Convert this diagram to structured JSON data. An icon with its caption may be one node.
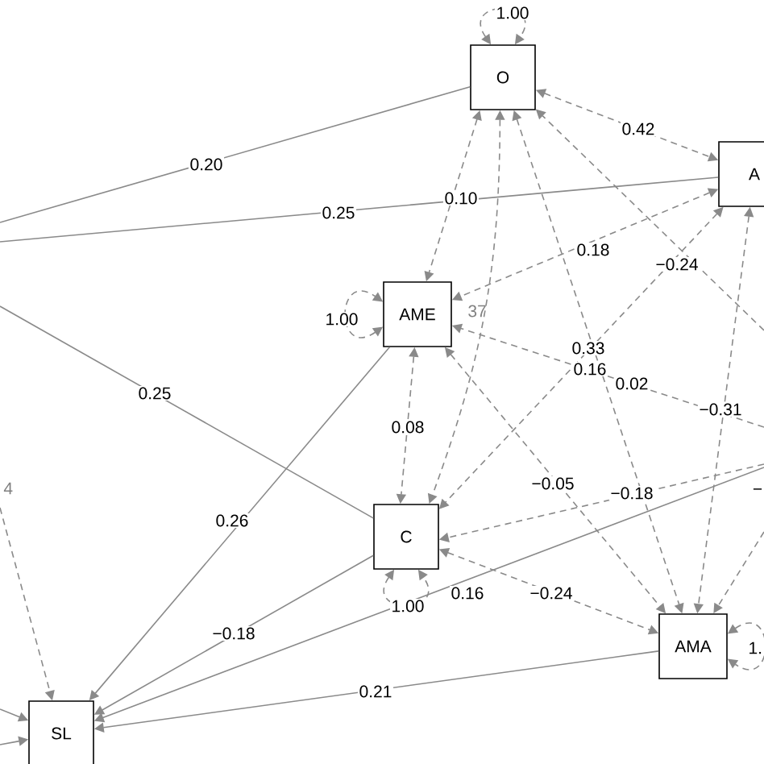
{
  "diagram": {
    "nodes": [
      {
        "text": [
          "O"
        ]
      },
      {
        "text": [
          "A"
        ]
      },
      {
        "text": [
          "AME"
        ]
      },
      {
        "text": [
          "C"
        ]
      },
      {
        "text": [
          "AMA"
        ]
      },
      {
        "text": [
          "SL"
        ]
      }
    ],
    "edges": [
      {
        "from": 0,
        "to": 0,
        "arrow": "both",
        "label": "1.00",
        "style": "dashed"
      },
      {
        "from": 2,
        "to": 2,
        "arrow": "both",
        "label": "1.00",
        "style": "dashed"
      },
      {
        "from": 3,
        "to": 3,
        "arrow": "both",
        "label": "1.00",
        "style": "dashed"
      },
      {
        "from": 4,
        "to": 4,
        "arrow": "both",
        "label": "1.",
        "style": "dashed"
      },
      {
        "from": 0,
        "to": 1,
        "arrow": "both",
        "label": "0.42",
        "style": "dashed"
      },
      {
        "from": 0,
        "to": 2,
        "arrow": "both",
        "label": "0.10",
        "style": "dashed"
      },
      {
        "from": 0,
        "to": 3,
        "arrow": "both",
        "style": "dashed"
      },
      {
        "from": 2,
        "to": 3,
        "arrow": "both",
        "label": "0.08",
        "style": "dashed"
      },
      {
        "from": 1,
        "to": 2,
        "arrow": "both",
        "label": "0.18",
        "style": "dashed"
      },
      {
        "from": 0,
        "to": 4,
        "arrow": "both",
        "label": "0.33",
        "style": "dashed"
      },
      {
        "from": null,
        "to": 0,
        "arrow": "to",
        "label": "−0.24",
        "style": "dashed"
      },
      {
        "from": 1,
        "to": 3,
        "arrow": "both",
        "label": "0.16",
        "style": "dashed"
      },
      {
        "from": null,
        "to": 2,
        "arrow": "to",
        "label": "0.02",
        "style": "dashed"
      },
      {
        "from": 2,
        "to": 4,
        "arrow": "both",
        "label": "−0.05",
        "style": "dashed"
      },
      {
        "from": null,
        "to": 3,
        "arrow": "to",
        "label": "−0.18",
        "style": "dashed"
      },
      {
        "from": 3,
        "to": 4,
        "arrow": "both",
        "label": "−0.24",
        "style": "dashed"
      },
      {
        "from": 1,
        "to": 4,
        "arrow": "both",
        "label": "−0.31",
        "style": "dashed"
      },
      {
        "from": null,
        "to": 4,
        "arrow": "to",
        "label": "−",
        "style": "dashed"
      },
      {
        "from": 0,
        "to": null,
        "arrow": "none",
        "label": "0.20"
      },
      {
        "from": 1,
        "to": null,
        "arrow": "none",
        "label": "0.25"
      },
      {
        "from": 3,
        "to": null,
        "arrow": "none",
        "label": "0.25"
      },
      {
        "from": 2,
        "to": 5,
        "arrow": "to",
        "label": "0.26"
      },
      {
        "from": 3,
        "to": 5,
        "arrow": "to",
        "label": "−0.18"
      },
      {
        "from": null,
        "to": 5,
        "arrow": "to",
        "label": "0.16"
      },
      {
        "from": 4,
        "to": 5,
        "arrow": "to",
        "label": "0.21"
      },
      {
        "from": null,
        "to": 5,
        "arrow": "to",
        "style": "dashed"
      },
      {
        "from": null,
        "to": 5,
        "arrow": "to"
      },
      {
        "from": null,
        "to": 5,
        "arrow": "to"
      }
    ],
    "labels": [
      "4",
      "37"
    ]
  }
}
